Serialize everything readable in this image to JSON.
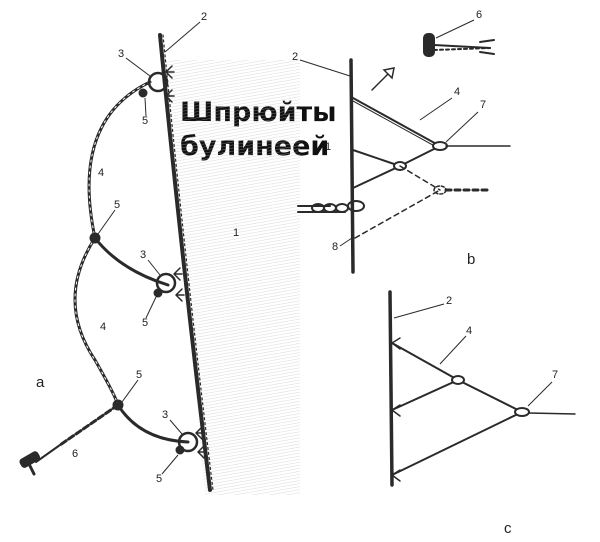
{
  "title_lines": [
    "Шпрюйты",
    "булинеей"
  ],
  "panel_labels": {
    "a": "a",
    "b": "b",
    "c": "c"
  },
  "numbers": {
    "n1": "1",
    "n2": "2",
    "n3": "3",
    "n4": "4",
    "n5": "5",
    "n6": "6",
    "n7": "7",
    "n8": "8"
  },
  "colors": {
    "ink": "#2a2a2a",
    "paper": "#ffffff"
  }
}
